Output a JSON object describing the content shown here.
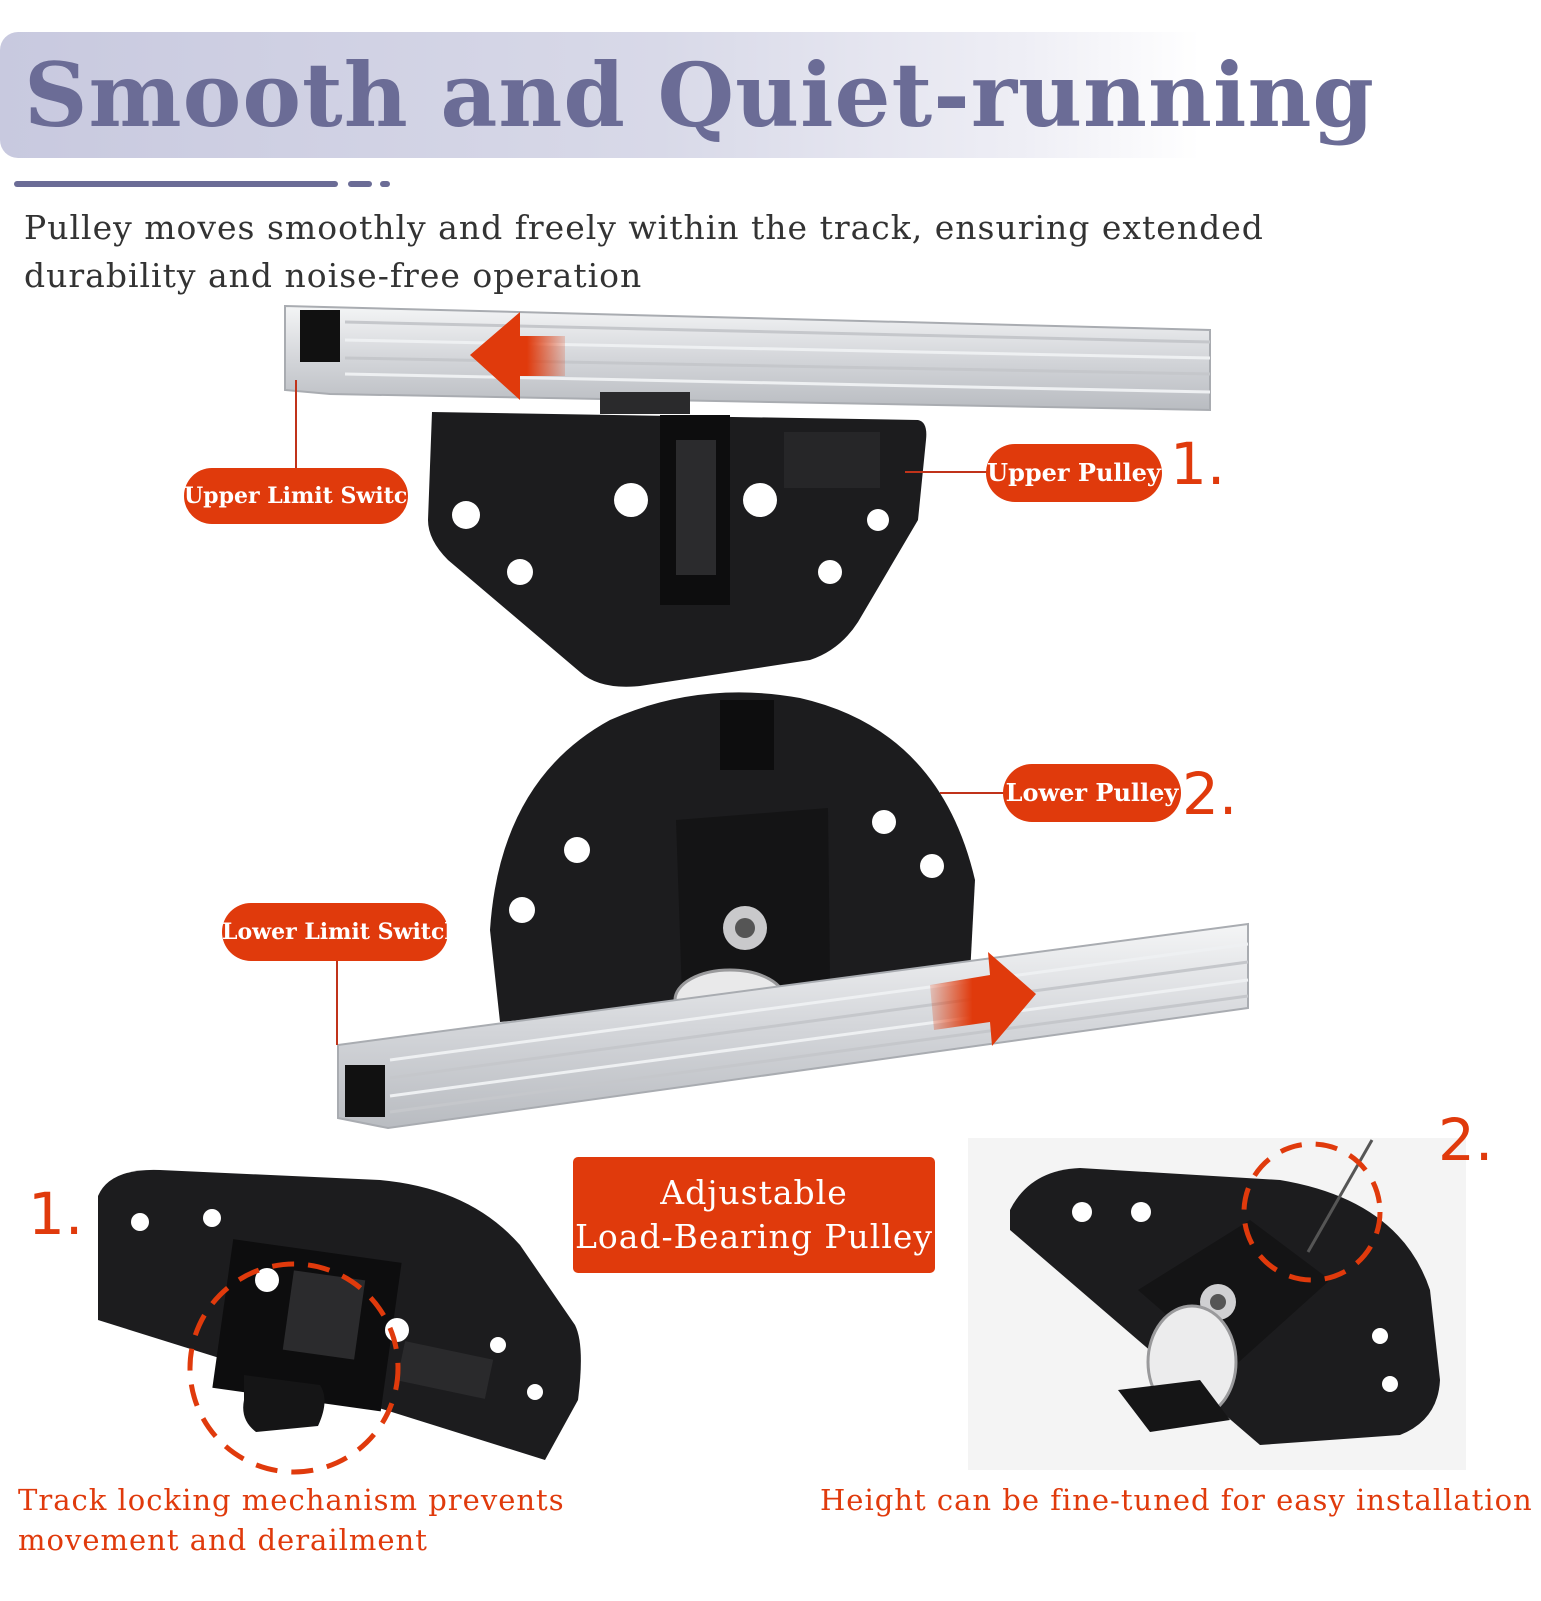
{
  "header": {
    "title": "Smooth and Quiet-running",
    "subtitle": "Pulley moves smoothly and freely within the track, ensuring extended durability and noise-free operation"
  },
  "labels": {
    "upper_limit_switch": "Upper Limit Switch",
    "upper_pulley": "Upper Pulley",
    "upper_number": "1.",
    "lower_pulley": "Lower Pulley",
    "lower_number": "2.",
    "lower_limit_switch": "Lower Limit Switch"
  },
  "feature_box": {
    "line1": "Adjustable",
    "line2": "Load-Bearing Pulley"
  },
  "detail_left": {
    "number": "1.",
    "caption": "Track locking mechanism prevents movement and derailment"
  },
  "detail_right": {
    "number": "2.",
    "caption": "Height can be fine-tuned for easy installation"
  },
  "colors": {
    "accent": "#e03a0c",
    "title": "#6b6c96",
    "part": "#1c1c1e",
    "rail": "#d9dbdf"
  }
}
